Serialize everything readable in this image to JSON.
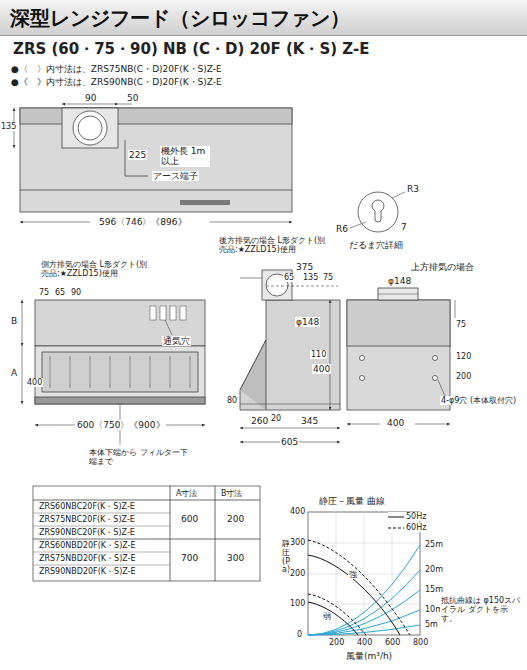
{
  "diagram": {
    "title": "深型レンジフード（シロッコファン）",
    "labels": [
      "ZRS (60・75・90) NB (C・D) 20F (K・S) Z-E",
      "●〈　〉内寸法は、ZRS75NB(C・D)20F(K・S)Z-E",
      "●《　》内寸法は、ZRS90NB(C・D)20F(K・S)Z-E",
      "90",
      "50",
      "135",
      "225",
      "機外長 1m以上",
      "アース端子",
      "596〈746〉《896》",
      "R3",
      "R6",
      "7",
      "だるま穴詳細",
      "後方排気の場合 L形ダクト(別売品:★ZZLD15)使用",
      "375",
      "65",
      "135",
      "75",
      "φ148",
      "110",
      "400",
      "80",
      "260",
      "20",
      "345",
      "605",
      "上方排気の場合",
      "側方排気の場合 L形ダクト(別売品:★ZZLD15)使用",
      "75",
      "65",
      "90",
      "B",
      "A",
      "通気穴",
      "400",
      "600〈750〉《900》",
      "本体下端から フィルター下端まで",
      "φ148",
      "75",
      "120",
      "200",
      "4-φ9穴 (本体取付穴)",
      "400",
      "A寸法",
      "B寸法",
      "ZRS60NBC20F(K・S)Z-E",
      "ZRS75NBC20F(K・S)Z-E",
      "ZRS90NBC20F(K・S)Z-E",
      "600",
      "200",
      "ZRS60NBD20F(K・S)Z-E",
      "ZRS75NBD20F(K・S)Z-E",
      "ZRS90NBD20F(K・S)Z-E",
      "700",
      "300",
      "静圧－風量 曲線",
      "静圧(Pa)",
      "400",
      "300",
      "200",
      "100",
      "0",
      "200",
      "400",
      "600",
      "800",
      "風量(m³/h)",
      "25m",
      "20m",
      "15m",
      "10m",
      "5m",
      "強",
      "弱",
      "抵抗曲線は φ150スパイラル ダクトを示す。"
    ],
    "legend": [
      {
        "text": "50Hz"
      },
      {
        "text": "60Hz"
      }
    ]
  }
}
